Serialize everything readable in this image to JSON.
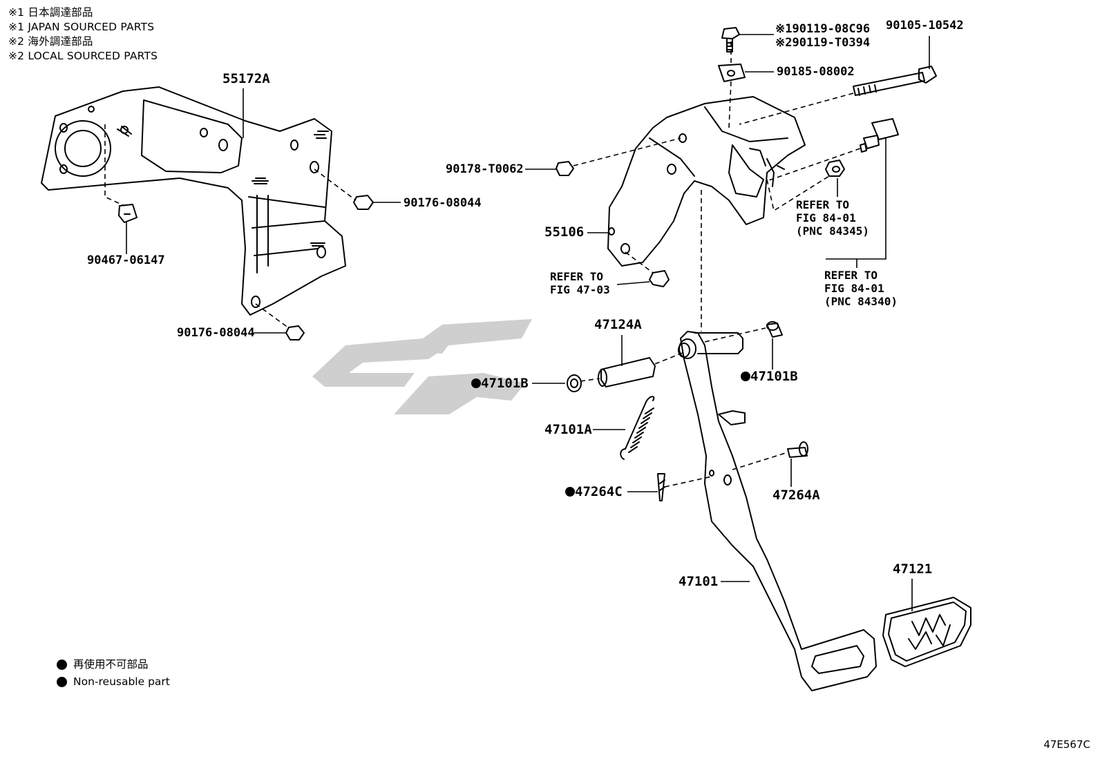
{
  "legend": {
    "lines": [
      "※1 日本調達部品",
      "※1 JAPAN SOURCED PARTS",
      "※2 海外調達部品",
      "※2 LOCAL SOURCED PARTS"
    ]
  },
  "labels": {
    "p55172A": "55172A",
    "p90467": "90467-06147",
    "p90176a": "90176-08044",
    "p90176b": "90176-08044",
    "p90119a": "※190119-08C96",
    "p90119b": "※290119-T0394",
    "p90105": "90105-10542",
    "p90185": "90185-08002",
    "p90178": "90178-T0062",
    "p55106": "55106",
    "ref4703_1": "REFER TO",
    "ref4703_2": "FIG 47-03",
    "ref84345_1": "REFER TO",
    "ref84345_2": "FIG 84-01",
    "ref84345_3": "(PNC 84345)",
    "ref84340_1": "REFER TO",
    "ref84340_2": "FIG 84-01",
    "ref84340_3": "(PNC 84340)",
    "p47124A": "47124A",
    "p47101B_left": "47101B",
    "p47101B_right": "47101B",
    "p47101A": "47101A",
    "p47264C": "47264C",
    "p47264A": "47264A",
    "p47101": "47101",
    "p47121": "47121"
  },
  "nonreusable": {
    "ja": "再使用不可部品",
    "en": "Non-reusable part"
  },
  "figure_code": "47E567C"
}
